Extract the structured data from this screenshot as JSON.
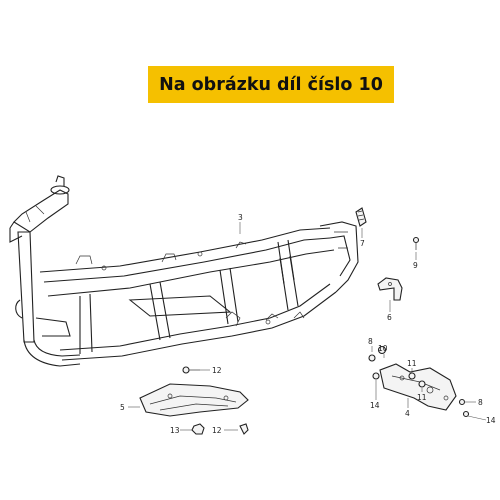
{
  "banner": {
    "text": "Na obrázku díl číslo 10",
    "color": "#f5c000"
  },
  "callouts": [
    {
      "id": "c3",
      "label": "3"
    },
    {
      "id": "c7",
      "label": "7"
    },
    {
      "id": "c9",
      "label": "9"
    },
    {
      "id": "c6",
      "label": "6"
    },
    {
      "id": "c8a",
      "label": "8"
    },
    {
      "id": "c10",
      "label": "10"
    },
    {
      "id": "c11a",
      "label": "11"
    },
    {
      "id": "c11b",
      "label": "11"
    },
    {
      "id": "c12a",
      "label": "12"
    },
    {
      "id": "c5",
      "label": "5"
    },
    {
      "id": "c4",
      "label": "4"
    },
    {
      "id": "c8b",
      "label": "8"
    },
    {
      "id": "c14a",
      "label": "14"
    },
    {
      "id": "c14b",
      "label": "14"
    },
    {
      "id": "c13",
      "label": "13"
    },
    {
      "id": "c12b",
      "label": "12"
    }
  ]
}
